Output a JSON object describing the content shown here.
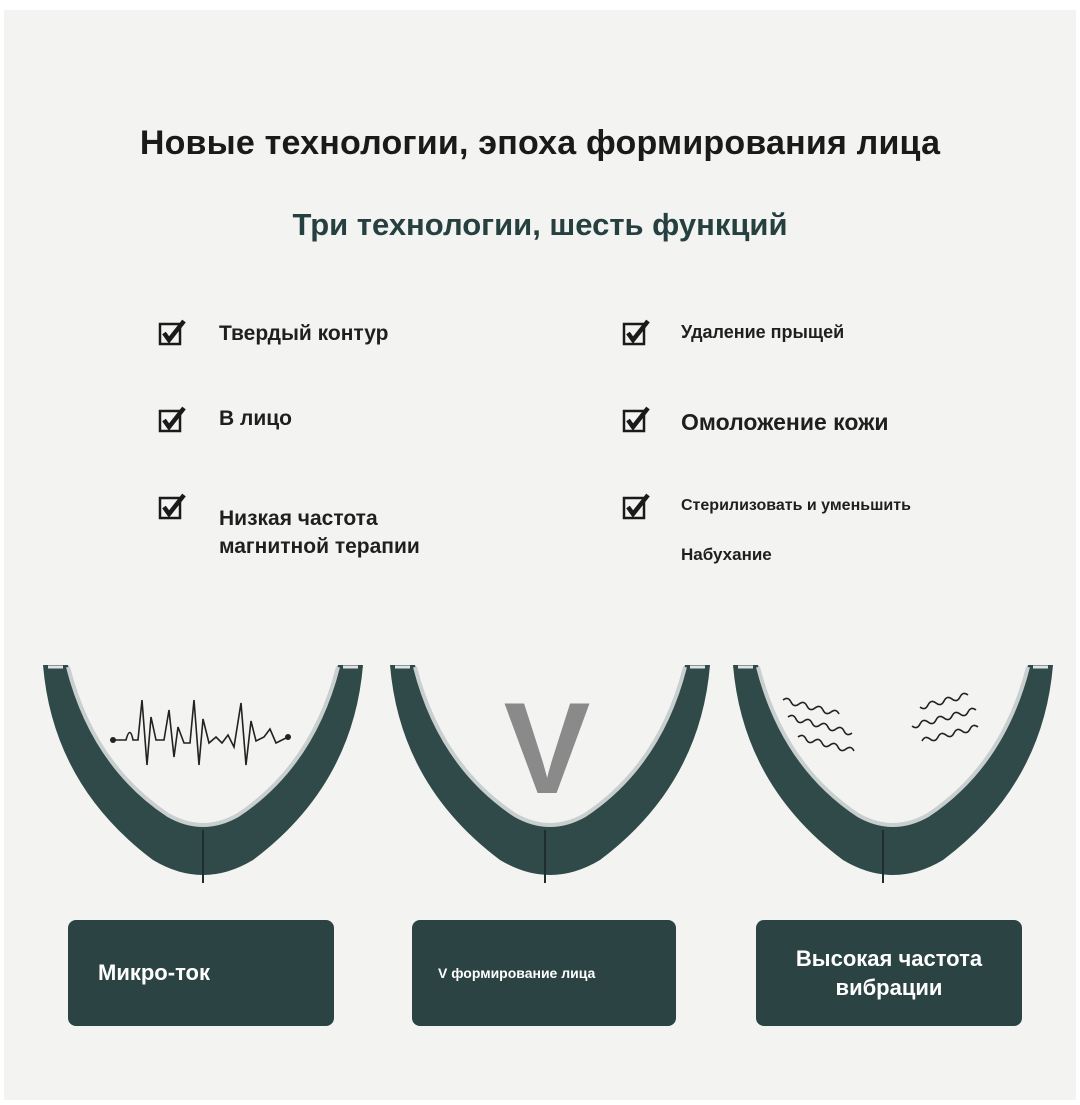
{
  "header": {
    "title": "Новые технологии, эпоха формирования лица",
    "subtitle": "Три технологии, шесть функций"
  },
  "features": {
    "left": [
      {
        "label": "Твердый контур"
      },
      {
        "label": "В лицо"
      },
      {
        "label": "Низкая частота",
        "label2": "магнитной терапии"
      }
    ],
    "right": [
      {
        "label": "Удаление прыщей"
      },
      {
        "label": "Омоложение кожи"
      },
      {
        "label": "Стерилизовать и уменьшить",
        "label2": "Набухание"
      }
    ]
  },
  "devices": [
    {
      "icon": "waveform-icon"
    },
    {
      "icon": "v-letter-icon",
      "letter": "V"
    },
    {
      "icon": "vibration-waves-icon"
    }
  ],
  "modes": [
    {
      "label": "Микро-ток"
    },
    {
      "label": "V формирование лица"
    },
    {
      "label": "Высокая частота",
      "label2": "вибрации"
    }
  ],
  "colors": {
    "background": "#f3f3f2",
    "device": "#2f4a49",
    "label_box": "#2b4443",
    "check": "#1a1a1a"
  }
}
